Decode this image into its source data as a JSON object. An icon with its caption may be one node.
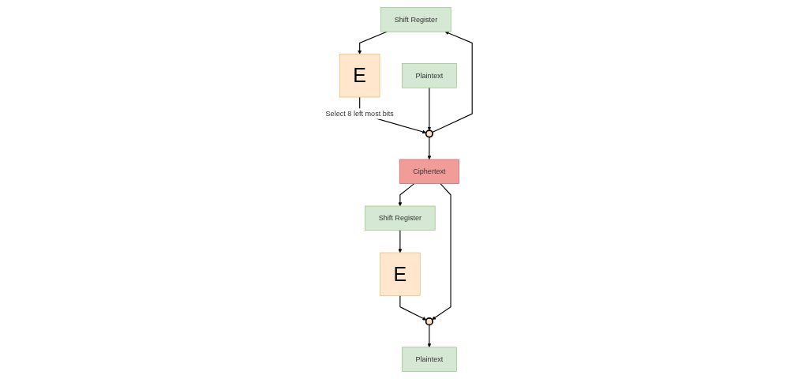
{
  "diagram": {
    "nodes": [
      {
        "text": [
          "Shift Register"
        ]
      },
      {
        "text": [
          "E"
        ]
      },
      {
        "text": [
          "Plaintext"
        ]
      },
      {
        "text": [],
        "shape": "circle"
      },
      {
        "text": [
          "Ciphertext"
        ]
      },
      {
        "text": [
          "Shift Register"
        ]
      },
      {
        "text": [
          "E"
        ]
      },
      {
        "text": [],
        "shape": "circle"
      },
      {
        "text": [
          "Plaintext"
        ]
      }
    ],
    "edges": [
      {
        "from": 0,
        "to": 1,
        "arrow": "to"
      },
      {
        "from": 1,
        "to": 3,
        "arrow": "to",
        "label": "Select 8 left most bits"
      },
      {
        "from": 2,
        "to": 3,
        "arrow": "to"
      },
      {
        "from": 3,
        "to": 4,
        "arrow": "to"
      },
      {
        "from": 3,
        "to": 0,
        "arrow": "to"
      },
      {
        "from": 4,
        "to": 5,
        "arrow": "to"
      },
      {
        "from": 5,
        "to": 6,
        "arrow": "to"
      },
      {
        "from": 6,
        "to": 7,
        "arrow": "to"
      },
      {
        "from": 4,
        "to": 7,
        "arrow": "to"
      },
      {
        "from": 7,
        "to": 8,
        "arrow": "to"
      }
    ]
  }
}
